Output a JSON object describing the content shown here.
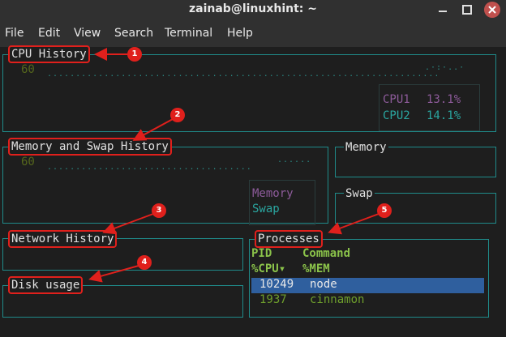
{
  "window": {
    "title": "zainab@linuxhint: ~",
    "min_icon": "minimize-icon",
    "max_icon": "maximize-icon",
    "close_icon": "close-icon"
  },
  "menu": [
    "File",
    "Edit",
    "View",
    "Search",
    "Terminal",
    "Help"
  ],
  "panels": {
    "cpu": {
      "title": "CPU History",
      "axis_value": "60",
      "legend": [
        {
          "label": "CPU1",
          "value": "13.1%",
          "color": "#8d5b9a"
        },
        {
          "label": "CPU2",
          "value": "14.1%",
          "color": "#2aa6a0"
        }
      ]
    },
    "memory_swap": {
      "title": "Memory and Swap History",
      "axis_value": "60",
      "legend": [
        {
          "label": "Memory",
          "color": "#8d5b9a"
        },
        {
          "label": "Swap",
          "color": "#2aa6a0"
        }
      ]
    },
    "memory": {
      "title": "Memory"
    },
    "swap": {
      "title": "Swap"
    },
    "network": {
      "title": "Network History"
    },
    "disk": {
      "title": "Disk usage"
    },
    "processes": {
      "title": "Processes",
      "headers": [
        "PID",
        "Command",
        "%CPU▾",
        "%MEM"
      ],
      "rows": [
        {
          "pid": "10249",
          "command": "node"
        },
        {
          "pid": "1937",
          "command": "cinnamon"
        }
      ]
    }
  },
  "annotations": [
    "1",
    "2",
    "3",
    "4",
    "5"
  ],
  "colors": {
    "border": "#1f8b8a",
    "highlight": "#e0201c",
    "selection": "#2f5f9e"
  }
}
